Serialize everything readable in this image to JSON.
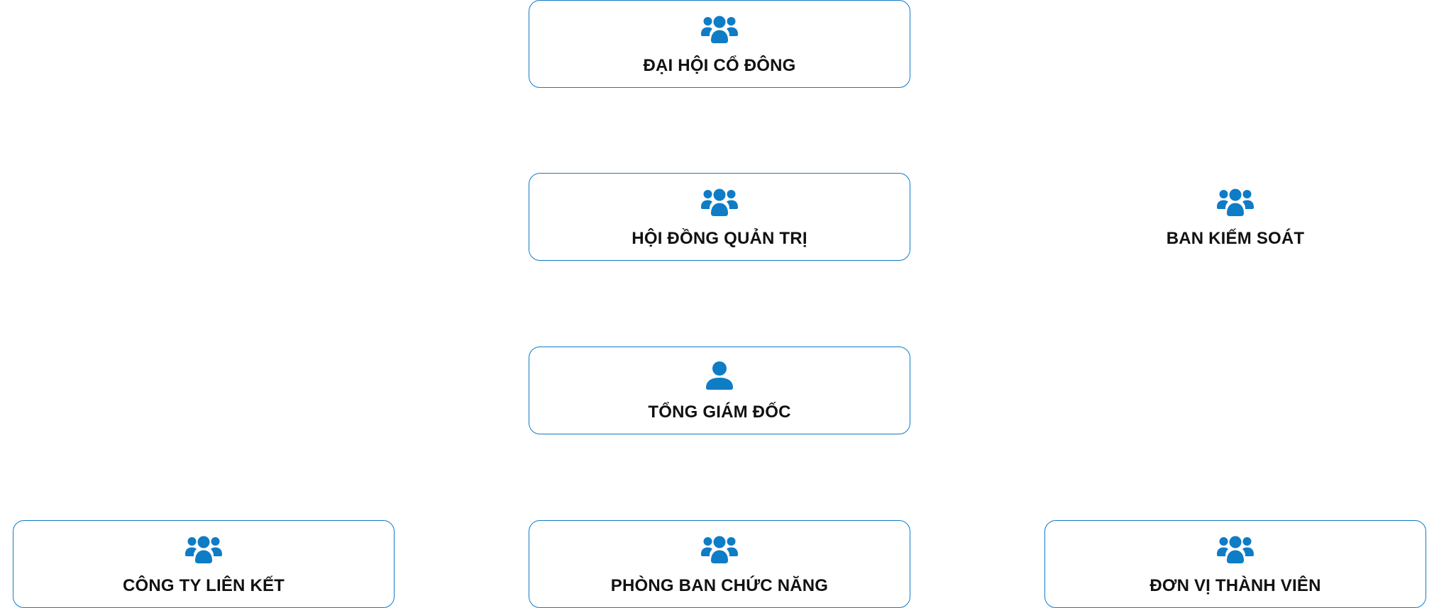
{
  "colors": {
    "accent": "#0f7cc6",
    "text": "#111111",
    "background": "#ffffff"
  },
  "nodes": [
    {
      "label": "ĐẠI HỘI CỔ ĐÔNG",
      "icon": "users-icon"
    },
    {
      "label": "HỘI ĐỒNG QUẢN TRỊ",
      "icon": "users-icon"
    },
    {
      "label": "BAN KIẾM SOÁT",
      "icon": "users-icon"
    },
    {
      "label": "TỔNG GIÁM ĐỐC",
      "icon": "user-icon"
    },
    {
      "label": "CÔNG TY LIÊN KẾT",
      "icon": "users-icon"
    },
    {
      "label": "PHÒNG BAN CHỨC NĂNG",
      "icon": "users-icon"
    },
    {
      "label": "ĐƠN VỊ THÀNH VIÊN",
      "icon": "users-icon"
    }
  ]
}
